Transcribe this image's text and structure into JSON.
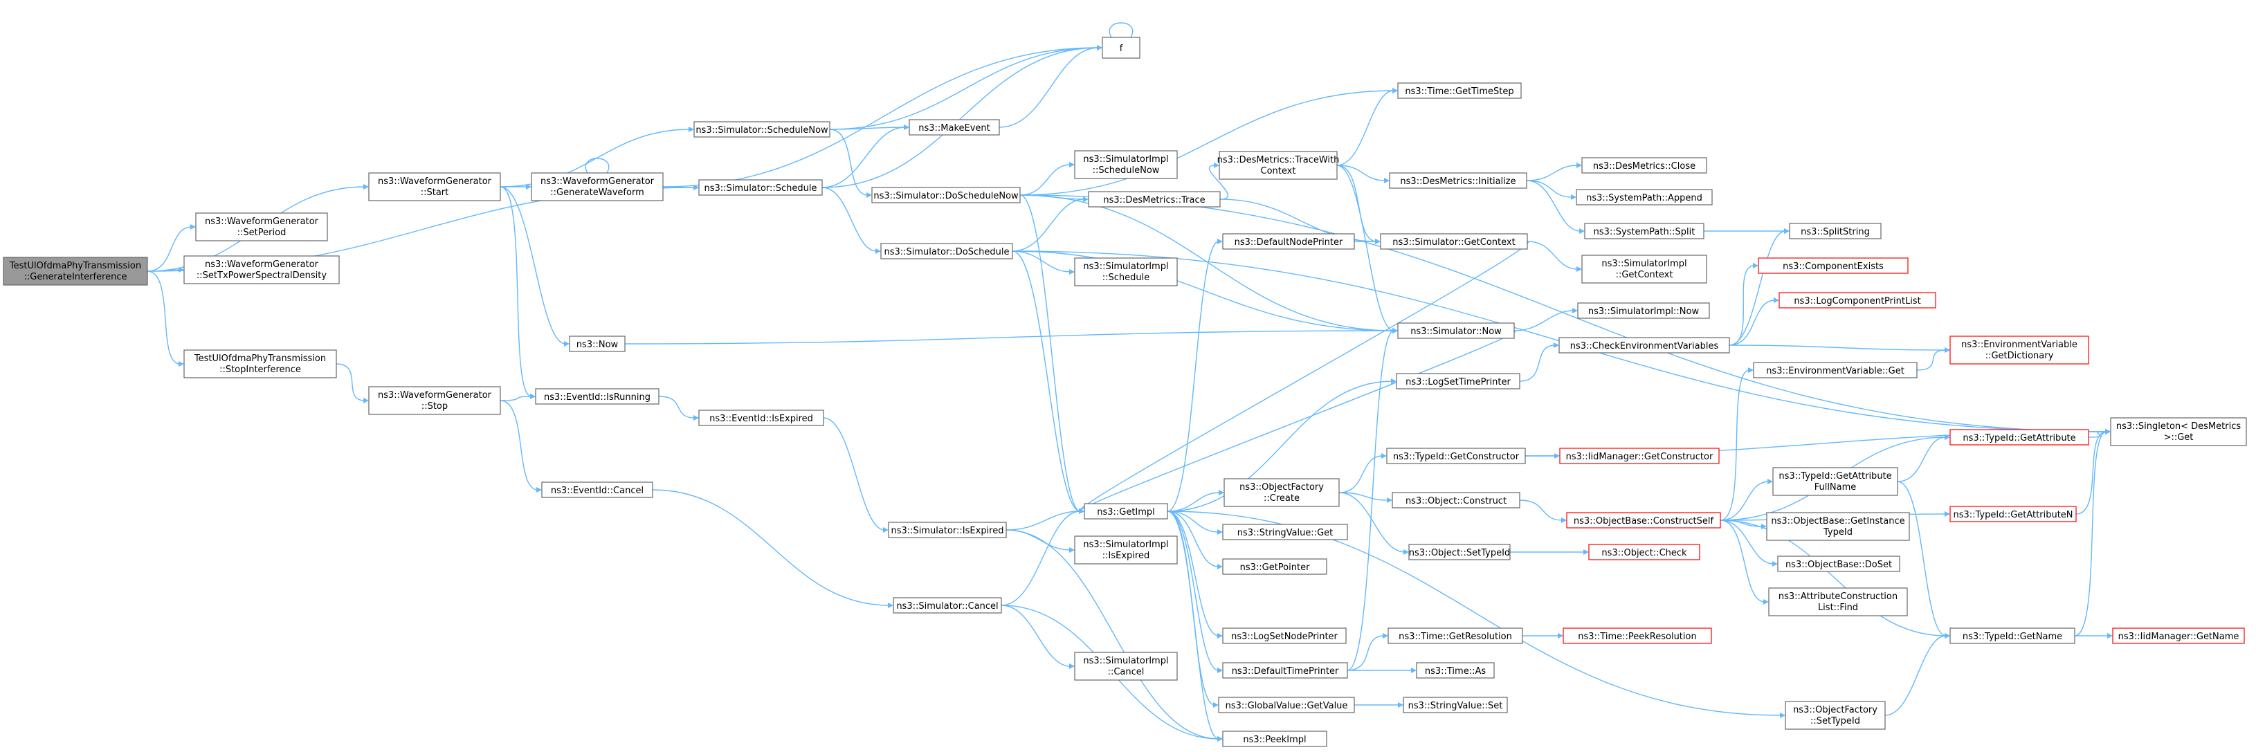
{
  "colors": {
    "edge": "#63b8ff",
    "border": "#666666",
    "root_fill": "#999999",
    "truncated_border": "#ff0000"
  },
  "nodes": {
    "root": [
      "TestUlOfdmaPhyTransmission",
      "::GenerateInterference"
    ],
    "wg_start": [
      "ns3::WaveformGenerator",
      "::Start"
    ],
    "wg_setperiod": [
      "ns3::WaveformGenerator",
      "::SetPeriod"
    ],
    "wg_settxpsd": [
      "ns3::WaveformGenerator",
      "::SetTxPowerSpectralDensity"
    ],
    "stopinterf": [
      "TestUlOfdmaPhyTransmission",
      "::StopInterference"
    ],
    "wg_genwave": [
      "ns3::WaveformGenerator",
      "::GenerateWaveform"
    ],
    "now": [
      "ns3::Now"
    ],
    "evt_isrunning": [
      "ns3::EventId::IsRunning"
    ],
    "wg_stop": [
      "ns3::WaveformGenerator",
      "::Stop"
    ],
    "evt_cancel": [
      "ns3::EventId::Cancel"
    ],
    "sim_schedulenow": [
      "ns3::Simulator::ScheduleNow"
    ],
    "sim_schedule": [
      "ns3::Simulator::Schedule"
    ],
    "evt_isexpired": [
      "ns3::EventId::IsExpired"
    ],
    "makeevent": [
      "ns3::MakeEvent"
    ],
    "sim_doschedulenow": [
      "ns3::Simulator::DoScheduleNow"
    ],
    "sim_doschedule": [
      "ns3::Simulator::DoSchedule"
    ],
    "sim_isexpired": [
      "ns3::Simulator::IsExpired"
    ],
    "sim_cancel": [
      "ns3::Simulator::Cancel"
    ],
    "f": [
      "f"
    ],
    "simimpl_schedulenow": [
      "ns3::SimulatorImpl",
      "::ScheduleNow"
    ],
    "simimpl_schedule": [
      "ns3::SimulatorImpl",
      "::Schedule"
    ],
    "getimpl": [
      "ns3::GetImpl"
    ],
    "simimpl_isexpired": [
      "ns3::SimulatorImpl",
      "::IsExpired"
    ],
    "simimpl_cancel": [
      "ns3::SimulatorImpl",
      "::Cancel"
    ],
    "desmetrics_trace": [
      "ns3::DesMetrics::Trace"
    ],
    "desmetrics_tracewith": [
      "ns3::DesMetrics::TraceWith",
      "Context"
    ],
    "defaultnodeprinter": [
      "ns3::DefaultNodePrinter"
    ],
    "objfactory_create": [
      "ns3::ObjectFactory",
      "::Create"
    ],
    "stringvalue_get": [
      "ns3::StringValue::Get"
    ],
    "getpointer": [
      "ns3::GetPointer"
    ],
    "logsetnodeprinter": [
      "ns3::LogSetNodePrinter"
    ],
    "defaulttimeprinter": [
      "ns3::DefaultTimePrinter"
    ],
    "globalvalue_getvalue": [
      "ns3::GlobalValue::GetValue"
    ],
    "peekimpl": [
      "ns3::PeekImpl"
    ],
    "time_gettimestep": [
      "ns3::Time::GetTimeStep"
    ],
    "desmetrics_initialize": [
      "ns3::DesMetrics::Initialize"
    ],
    "sim_getcontext": [
      "ns3::Simulator::GetContext"
    ],
    "sim_now": [
      "ns3::Simulator::Now"
    ],
    "logsettimeprinter": [
      "ns3::LogSetTimePrinter"
    ],
    "typeid_getconstructor": [
      "ns3::TypeId::GetConstructor"
    ],
    "object_construct": [
      "ns3::Object::Construct"
    ],
    "object_settypeid": [
      "ns3::Object::SetTypeId"
    ],
    "time_getresolution": [
      "ns3::Time::GetResolution"
    ],
    "time_as": [
      "ns3::Time::As"
    ],
    "stringvalue_set": [
      "ns3::StringValue::Set"
    ],
    "desmetrics_close": [
      "ns3::DesMetrics::Close"
    ],
    "systempath_append": [
      "ns3::SystemPath::Append"
    ],
    "systempath_split": [
      "ns3::SystemPath::Split"
    ],
    "simimpl_getcontext": [
      "ns3::SimulatorImpl",
      "::GetContext"
    ],
    "simimpl_now": [
      "ns3::SimulatorImpl::Now"
    ],
    "checkenvvars": [
      "ns3::CheckEnvironmentVariables"
    ],
    "iidmanager_getconstructor": [
      "ns3::IidManager::GetConstructor"
    ],
    "objectbase_constructself": [
      "ns3::ObjectBase::ConstructSelf"
    ],
    "object_check": [
      "ns3::Object::Check"
    ],
    "time_peekresolution": [
      "ns3::Time::PeekResolution"
    ],
    "objfactory_settypeid": [
      "ns3::ObjectFactory",
      "::SetTypeId"
    ],
    "splitstring": [
      "ns3::SplitString"
    ],
    "componentexists": [
      "ns3::ComponentExists"
    ],
    "logcomponentprintlist": [
      "ns3::LogComponentPrintList"
    ],
    "envvar_get": [
      "ns3::EnvironmentVariable::Get"
    ],
    "typeid_getattributefullname": [
      "ns3::TypeId::GetAttribute",
      "FullName"
    ],
    "objectbase_getinstancetypeid": [
      "ns3::ObjectBase::GetInstance",
      "TypeId"
    ],
    "objectbase_doset": [
      "ns3::ObjectBase::DoSet"
    ],
    "attrconstructionlist_find": [
      "ns3::AttributeConstruction",
      "List::Find"
    ],
    "typeid_getname": [
      "ns3::TypeId::GetName"
    ],
    "envvar_getdictionary": [
      "ns3::EnvironmentVariable",
      "::GetDictionary"
    ],
    "typeid_getattribute": [
      "ns3::TypeId::GetAttribute"
    ],
    "typeid_getattributen": [
      "ns3::TypeId::GetAttributeN"
    ],
    "iidmanager_getname": [
      "ns3::IidManager::GetName"
    ],
    "singleton_get": [
      "ns3::Singleton< DesMetrics",
      " >::Get"
    ]
  }
}
